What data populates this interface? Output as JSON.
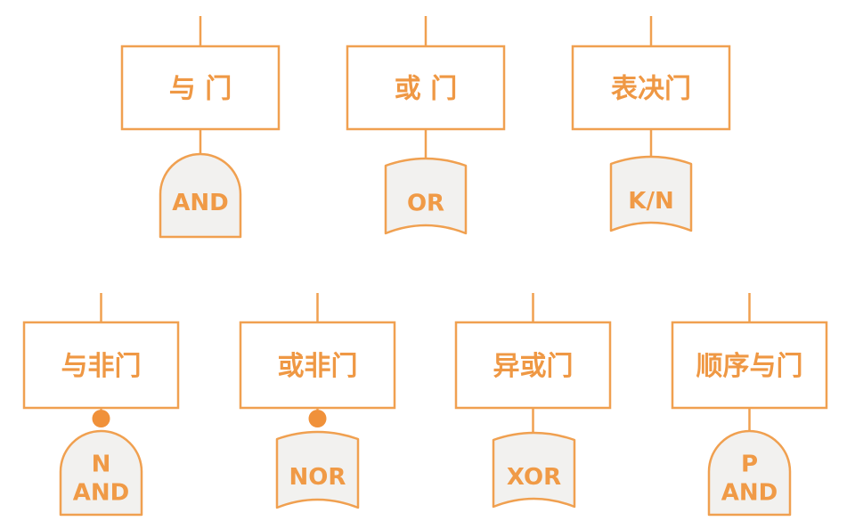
{
  "colors": {
    "stroke": "#f0a050",
    "box_text": "#ef9844",
    "symbol_fill": "#f2f1ef",
    "symbol_text": "#f09a46",
    "dot": "#f0913a"
  },
  "gates": [
    {
      "id": "and",
      "name": "与 门",
      "symbol": "and",
      "symbol_lines": [
        "AND"
      ],
      "inverted": false
    },
    {
      "id": "or",
      "name": "或 门",
      "symbol": "or",
      "symbol_lines": [
        "OR"
      ],
      "inverted": false
    },
    {
      "id": "voting",
      "name": "表决门",
      "symbol": "or",
      "symbol_lines": [
        "K/N"
      ],
      "inverted": false
    },
    {
      "id": "nand",
      "name": "与非门",
      "symbol": "and",
      "symbol_lines": [
        "N",
        "AND"
      ],
      "inverted": true
    },
    {
      "id": "nor",
      "name": "或非门",
      "symbol": "or",
      "symbol_lines": [
        "NOR"
      ],
      "inverted": true
    },
    {
      "id": "xor",
      "name": "异或门",
      "symbol": "or",
      "symbol_lines": [
        "XOR"
      ],
      "inverted": false
    },
    {
      "id": "priority-and",
      "name": "顺序与门",
      "symbol": "and",
      "symbol_lines": [
        "P",
        "AND"
      ],
      "inverted": false
    }
  ]
}
